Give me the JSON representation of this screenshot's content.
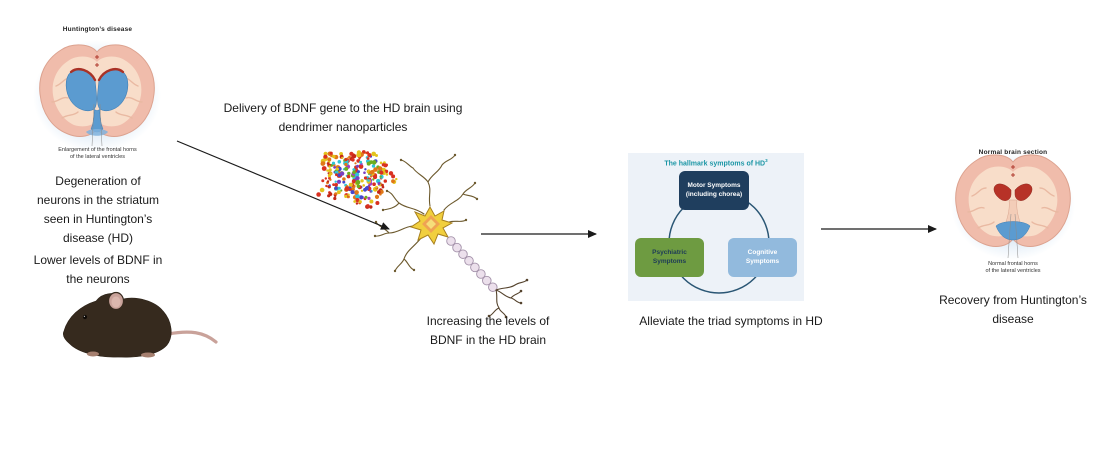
{
  "hd_brain": {
    "title": "Huntington’s disease",
    "caption": "Enlargement of the frontal horns\nof the lateral ventricles"
  },
  "notes": {
    "degeneration": "Degeneration of\nneurons in the striatum\nseen in Huntington’s\ndisease (HD)",
    "lower_bdnf": "Lower levels of BDNF in\nthe neurons"
  },
  "steps": {
    "delivery": "Delivery of BDNF gene to the HD brain using\ndendrimer nanoparticles",
    "increasing": "Increasing the levels of\nBDNF in the HD brain",
    "alleviate": "Alleviate the triad symptoms in HD",
    "recovery": "Recovery from Huntington’s\ndisease"
  },
  "symptoms_panel": {
    "title": "The hallmark symptoms of HD",
    "title_superscript": "3",
    "motor": "Motor Symptoms\n(including chorea)",
    "psychiatric": "Psychiatric\nSymptoms",
    "cognitive": "Cognitive\nSymptoms",
    "colors": {
      "title": "#1b96a5",
      "motor_bg": "#1f3e5e",
      "motor_text": "#ffffff",
      "psychiatric_bg": "#6e9b41",
      "psychiatric_text": "#1d3a57",
      "cognitive_bg": "#92badd",
      "cognitive_text": "#ffffff",
      "panel_bg": "#edf2f8",
      "circle_stroke": "#2a5674"
    }
  },
  "normal_brain": {
    "title": "Normal brain section",
    "caption": "Normal frontal horns\nof the lateral ventricles"
  }
}
